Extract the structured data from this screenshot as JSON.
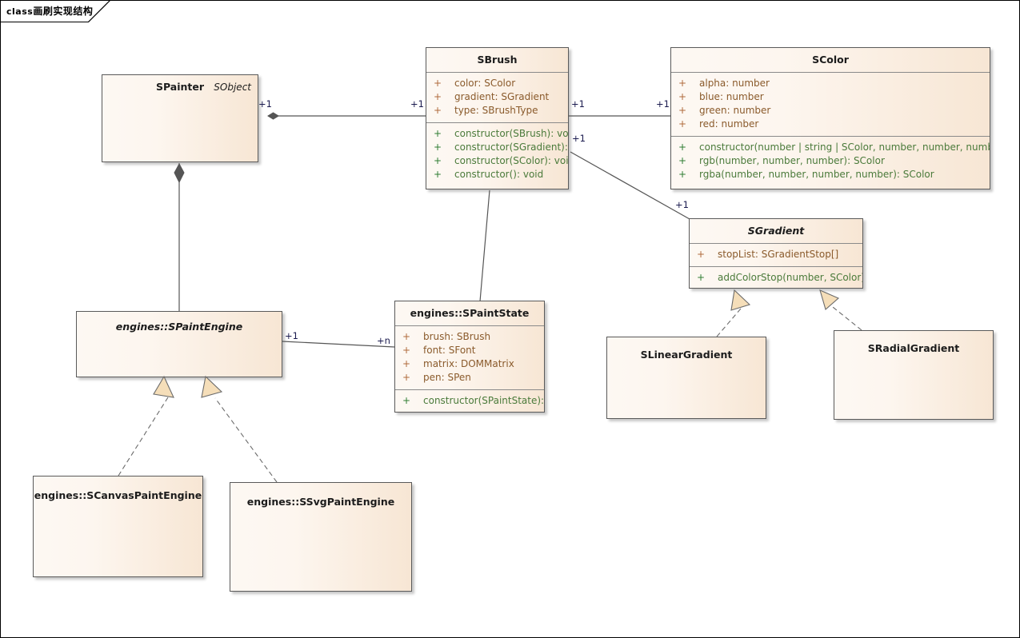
{
  "frame": {
    "keyword": "class",
    "name": "画刷实现结构"
  },
  "colors": {
    "box_border": "#5a5a5a",
    "box_fill_light": "#fdf8f3",
    "box_fill_dark": "#f7e6d4",
    "attribute_text": "#8a5a2b",
    "operation_text": "#4a7a3a",
    "line": "#555555",
    "arrow_fill": "#f5deb9",
    "label_text": "#1b1b4f"
  },
  "classes": [
    {
      "id": "spainter",
      "name": "SPainter",
      "stereotype": "SObject",
      "italic": false,
      "attributes": [],
      "operations": []
    },
    {
      "id": "sbrush",
      "name": "SBrush",
      "stereotype": "",
      "italic": false,
      "attributes": [
        {
          "vis": "+",
          "sig": "color: SColor"
        },
        {
          "vis": "+",
          "sig": "gradient: SGradient"
        },
        {
          "vis": "+",
          "sig": "type: SBrushType"
        }
      ],
      "operations": [
        {
          "vis": "+",
          "sig": "constructor(SBrush): void"
        },
        {
          "vis": "+",
          "sig": "constructor(SGradient): void"
        },
        {
          "vis": "+",
          "sig": "constructor(SColor): void"
        },
        {
          "vis": "+",
          "sig": "constructor(): void"
        }
      ]
    },
    {
      "id": "scolor",
      "name": "SColor",
      "stereotype": "",
      "italic": false,
      "attributes": [
        {
          "vis": "+",
          "sig": "alpha: number"
        },
        {
          "vis": "+",
          "sig": "blue: number"
        },
        {
          "vis": "+",
          "sig": "green: number"
        },
        {
          "vis": "+",
          "sig": "red: number"
        }
      ],
      "operations": [
        {
          "vis": "+",
          "sig": "constructor(number | string | SColor, number, number, number): void"
        },
        {
          "vis": "+",
          "sig": "rgb(number, number, number): SColor"
        },
        {
          "vis": "+",
          "sig": "rgba(number, number, number, number): SColor"
        }
      ]
    },
    {
      "id": "sgradient",
      "name": "SGradient",
      "stereotype": "",
      "italic": true,
      "attributes": [
        {
          "vis": "+",
          "sig": "stopList: SGradientStop[]"
        }
      ],
      "operations": [
        {
          "vis": "+",
          "sig": "addColorStop(number, SColor): void"
        }
      ]
    },
    {
      "id": "spaintstate",
      "name": "engines::SPaintState",
      "stereotype": "",
      "italic": false,
      "attributes": [
        {
          "vis": "+",
          "sig": "brush: SBrush"
        },
        {
          "vis": "+",
          "sig": "font: SFont"
        },
        {
          "vis": "+",
          "sig": "matrix: DOMMatrix"
        },
        {
          "vis": "+",
          "sig": "pen: SPen"
        }
      ],
      "operations": [
        {
          "vis": "+",
          "sig": "constructor(SPaintState): void"
        }
      ]
    },
    {
      "id": "spaintengine",
      "name": "engines::SPaintEngine",
      "stereotype": "",
      "italic": true,
      "attributes": [],
      "operations": []
    },
    {
      "id": "scanvaspaintengine",
      "name": "engines::SCanvasPaintEngine",
      "stereotype": "",
      "italic": false,
      "attributes": [],
      "operations": []
    },
    {
      "id": "ssvgpaintengine",
      "name": "engines::SSvgPaintEngine",
      "stereotype": "",
      "italic": false,
      "attributes": [],
      "operations": []
    },
    {
      "id": "slineargradient",
      "name": "SLinearGradient",
      "stereotype": "",
      "italic": false,
      "attributes": [],
      "operations": []
    },
    {
      "id": "sradialgradient",
      "name": "SRadialGradient",
      "stereotype": "",
      "italic": false,
      "attributes": [],
      "operations": []
    }
  ],
  "edge_labels": [
    {
      "id": "spainter-brush-src",
      "text": "+1"
    },
    {
      "id": "sbrush-painter-tgt",
      "text": "+1"
    },
    {
      "id": "sbrush-color-src",
      "text": "+1"
    },
    {
      "id": "scolor-brush-tgt",
      "text": "+1"
    },
    {
      "id": "sbrush-gradient-src",
      "text": "+1"
    },
    {
      "id": "sgradient-brush-tgt",
      "text": "+1"
    },
    {
      "id": "spaintengine-state-src",
      "text": "+1"
    },
    {
      "id": "spaintstate-engine-tgt",
      "text": "+n"
    }
  ]
}
